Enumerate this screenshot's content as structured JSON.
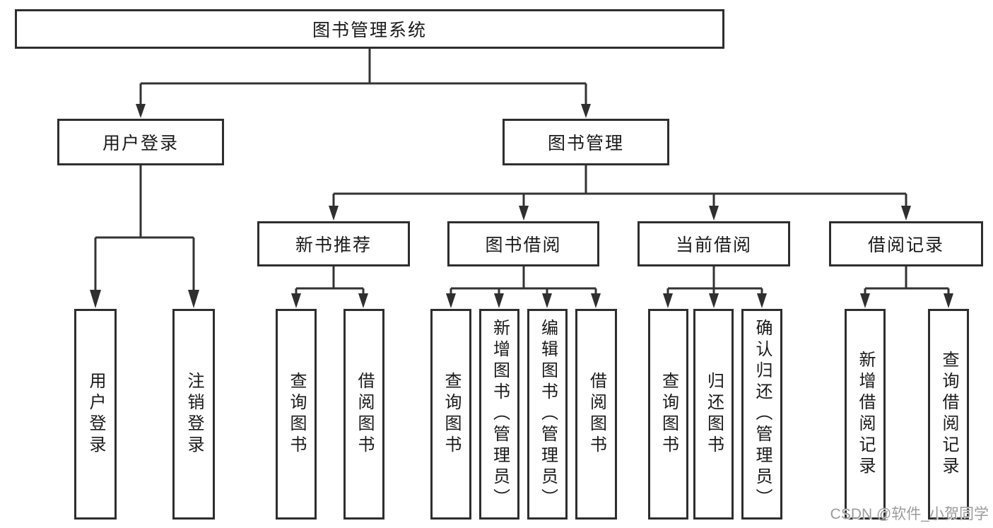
{
  "tree": {
    "label": "图书管理系统",
    "children": [
      {
        "label": "用户登录",
        "children": [
          {
            "label": "用户登录"
          },
          {
            "label": "注销登录"
          }
        ]
      },
      {
        "label": "图书管理",
        "children": [
          {
            "label": "新书推荐",
            "children": [
              {
                "label": "查询图书"
              },
              {
                "label": "借阅图书"
              }
            ]
          },
          {
            "label": "图书借阅",
            "children": [
              {
                "label": "查询图书"
              },
              {
                "label": "新增图书（管理员）"
              },
              {
                "label": "编辑图书（管理员）"
              },
              {
                "label": "借阅图书"
              }
            ]
          },
          {
            "label": "当前借阅",
            "children": [
              {
                "label": "查询图书"
              },
              {
                "label": "归还图书"
              },
              {
                "label": "确认归还（管理员）"
              }
            ]
          },
          {
            "label": "借阅记录",
            "children": [
              {
                "label": "新增借阅记录"
              },
              {
                "label": "查询借阅记录"
              }
            ]
          }
        ]
      }
    ]
  },
  "watermark": {
    "text": "CSDN @软件_小贺同学"
  },
  "colors": {
    "line": "#333333",
    "box_border": "#2e2e2e",
    "text": "#1a1a1a",
    "watermark": "#9b9b9b",
    "background": "#ffffff"
  }
}
